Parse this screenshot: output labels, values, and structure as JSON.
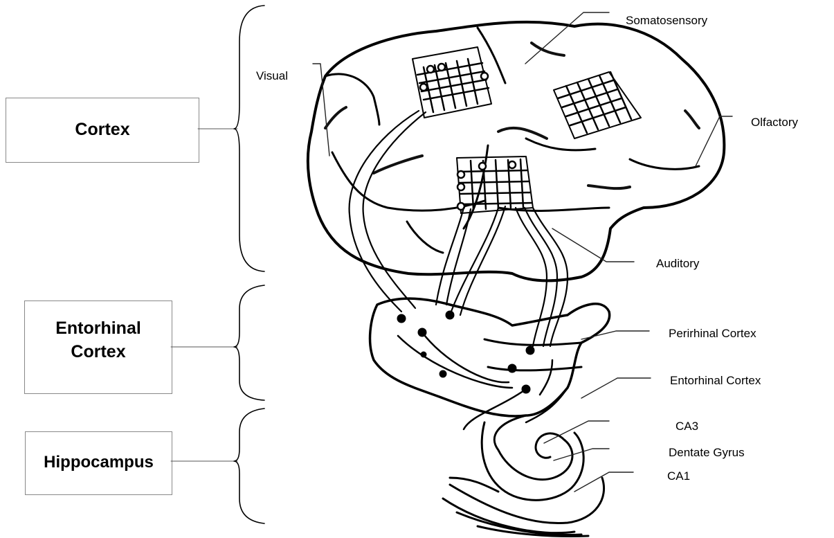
{
  "groups": {
    "cortex": "Cortex",
    "entorhinal": [
      "Entorhinal",
      "Cortex"
    ],
    "hippocampus": "Hippocampus"
  },
  "labels": {
    "visual": "Visual",
    "somatosensory": "Somatosensory",
    "olfactory": "Olfactory",
    "auditory": "Auditory",
    "perirhinal": "Perirhinal Cortex",
    "entorhinal": "Entorhinal Cortex",
    "ca3": "CA3",
    "dentate": "Dentate Gyrus",
    "ca1": "CA1"
  }
}
